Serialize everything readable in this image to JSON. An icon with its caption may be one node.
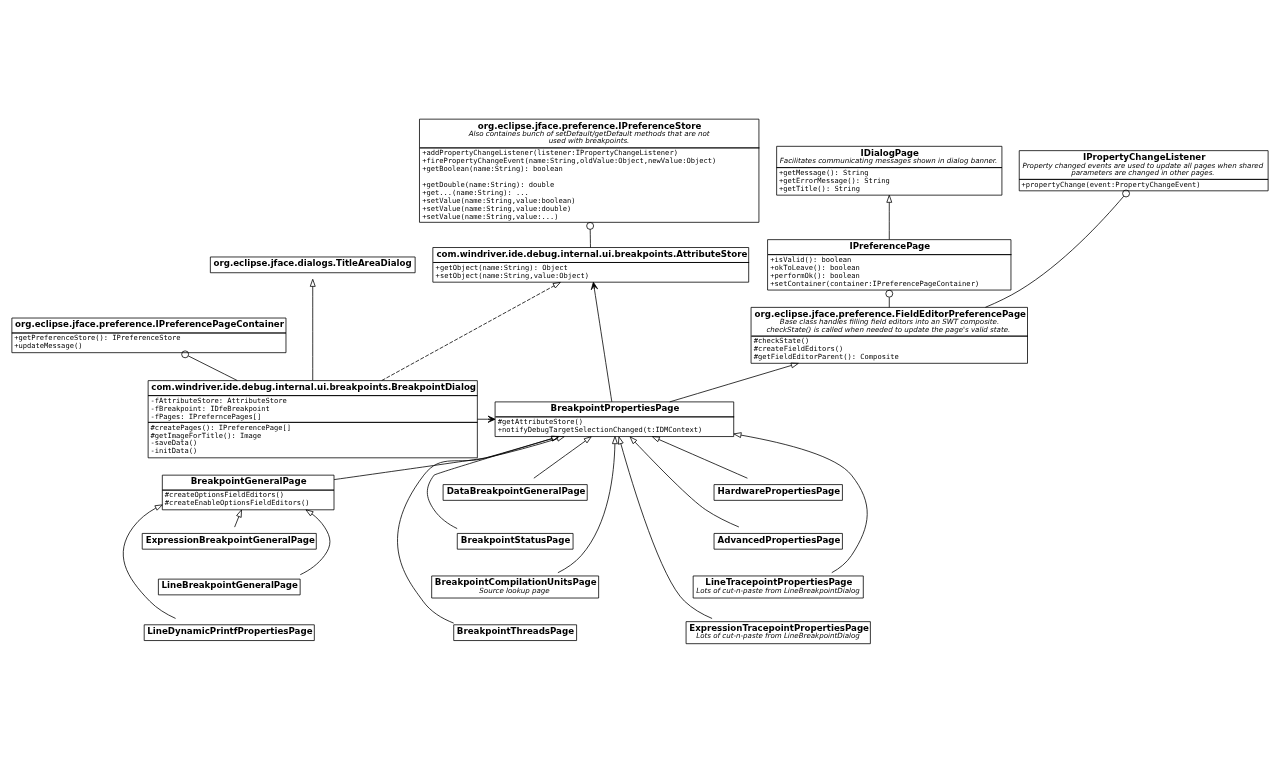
{
  "diagram": {
    "nodes": [
      {
        "text": [
          "org.eclipse.jface.preference.IPreferenceStore",
          "Also containes bunch of setDefault/getDefault methods that are not used with breakpoints.",
          "+addPropertyChangeListener(listener:IPropertyChangeListener)",
          "+firePropertyChangeEvent(name:String,oldValue:Object,newValue:Object)",
          "+getBoolean(name:String): boolean",
          "+getDouble(name:String): double",
          "+get...(name:String): ...",
          "+setValue(name:String,value:boolean)",
          "+setValue(name:String,value:double)",
          "+setValue(name:String,value:...)"
        ]
      },
      {
        "text": [
          "IDialogPage",
          "Facilitates communicating messages shown in dialog banner.",
          "+getMessage(): String",
          "+getErrorMessage(): String",
          "+getTitle(): String"
        ]
      },
      {
        "text": [
          "com.windriver.ide.debug.internal.ui.breakpoints.AttributeStore",
          "+getObject(name:String): Object",
          "+setObject(name:String,value:Object)"
        ]
      },
      {
        "text": [
          "org.eclipse.jface.dialogs.TitleAreaDialog"
        ]
      },
      {
        "text": [
          "IPreferencePage",
          "+isValid(): boolean",
          "+okToLeave(): boolean",
          "+performOk(): boolean",
          "+setContainer(container:IPreferencePageContainer)"
        ]
      },
      {
        "text": [
          "IPropertyChangeListener",
          "Property changed events are used to update all pages when shared parameters are changed in other pages.",
          "+propertyChange(event:PropertyChangeEvent)"
        ]
      },
      {
        "text": [
          "org.eclipse.jface.preference.IPreferencePageContainer",
          "+getPreferenceStore(): IPreferenceStore",
          "+updateMessage()"
        ]
      },
      {
        "text": [
          "org.eclipse.jface.preference.FieldEditorPreferencePage",
          "Base class handles filling field editors into an SWT composite. checkState() is called when needed to update the page's valid state.",
          "#checkState()",
          "#createFieldEditors()",
          "#getFieldEditorParent(): Composite"
        ]
      },
      {
        "text": [
          "com.windriver.ide.debug.internal.ui.breakpoints.BreakpointDialog",
          "-fAttributeStore: AttributeStore",
          "-fBreakpoint: IDfeBreakpoint",
          "-fPages: IPreferncePages[]",
          "#createPages(): IPreferencePage[]",
          "#getImageForTitle(): Image",
          "-saveData()",
          "-initData()"
        ]
      },
      {
        "text": [
          "BreakpointPropertiesPage",
          "#getAttributeStore()",
          "+notifyDebugTargetSelectionChanged(t:IDMContext)"
        ]
      },
      {
        "text": [
          "BreakpointGeneralPage",
          "#createOptionsFieldEditors()",
          "#createEnableOptionsFieldEditors()"
        ]
      },
      {
        "text": [
          "ExpressionBreakpointGeneralPage"
        ]
      },
      {
        "text": [
          "LineBreakpointGeneralPage"
        ]
      },
      {
        "text": [
          "LineDynamicPrintfPropertiesPage"
        ]
      },
      {
        "text": [
          "DataBreakpointGeneralPage"
        ]
      },
      {
        "text": [
          "BreakpointStatusPage"
        ]
      },
      {
        "text": [
          "BreakpointCompilationUnitsPage",
          "Source lookup page"
        ]
      },
      {
        "text": [
          "BreakpointThreadsPage"
        ]
      },
      {
        "text": [
          "HardwarePropertiesPage"
        ]
      },
      {
        "text": [
          "AdvancedPropertiesPage"
        ]
      },
      {
        "text": [
          "LineTracepointPropertiesPage",
          "Lots of cut-n-paste from LineBreakpointDialog"
        ]
      },
      {
        "text": [
          "ExpressionTracepointPropertiesPage",
          "Lots of cut-n-paste from LineBreakpointDialog"
        ]
      }
    ],
    "edges": [
      {
        "from": 2,
        "to": 0,
        "arrow": "other"
      },
      {
        "from": 4,
        "to": 1,
        "arrow": "to"
      },
      {
        "from": 8,
        "to": 3,
        "arrow": "to"
      },
      {
        "from": 8,
        "to": 6,
        "arrow": "other"
      },
      {
        "from": 8,
        "to": 2,
        "arrow": "to",
        "style": "dashed"
      },
      {
        "from": 9,
        "to": 2,
        "arrow": "to"
      },
      {
        "from": 7,
        "to": 4,
        "arrow": "other"
      },
      {
        "from": 7,
        "to": 5,
        "arrow": "other"
      },
      {
        "from": 9,
        "to": 7,
        "arrow": "to"
      },
      {
        "from": 8,
        "to": 9,
        "arrow": "to"
      },
      {
        "from": 10,
        "to": 9,
        "arrow": "to"
      },
      {
        "from": 11,
        "to": 10,
        "arrow": "to"
      },
      {
        "from": 12,
        "to": 10,
        "arrow": "to"
      },
      {
        "from": 13,
        "to": 10,
        "arrow": "to"
      },
      {
        "from": 14,
        "to": 9,
        "arrow": "to"
      },
      {
        "from": 15,
        "to": 9,
        "arrow": "to"
      },
      {
        "from": 16,
        "to": 9,
        "arrow": "to"
      },
      {
        "from": 17,
        "to": 9,
        "arrow": "to"
      },
      {
        "from": 18,
        "to": 9,
        "arrow": "to"
      },
      {
        "from": 19,
        "to": 9,
        "arrow": "to"
      },
      {
        "from": 20,
        "to": 9,
        "arrow": "to"
      },
      {
        "from": 21,
        "to": 9,
        "arrow": "to"
      }
    ]
  }
}
